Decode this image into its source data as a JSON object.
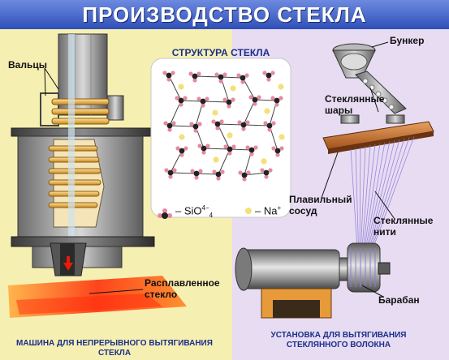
{
  "title": "ПРОИЗВОДСТВО СТЕКЛА",
  "left": {
    "rollers_label": "Вальцы",
    "molten_label_1": "Расплавленное",
    "molten_label_2": "стекло",
    "caption": "МАШИНА ДЛЯ НЕПРЕРЫВНОГО ВЫТЯГИВАНИЯ СТЕКЛА"
  },
  "structure": {
    "title": "СТРУКТУРА СТЕКЛА",
    "legend_sio": "– SiO",
    "legend_sio_sup": "4−",
    "legend_sio_sub": "4",
    "legend_na": "– Na",
    "legend_na_sup": "+"
  },
  "right": {
    "hopper_label": "Бункер",
    "balls_label_1": "Стеклянные",
    "balls_label_2": "шары",
    "vessel_label_1": "Плавильный",
    "vessel_label_2": "сосуд",
    "threads_label_1": "Стеклянные",
    "threads_label_2": "нити",
    "drum_label": "Барабан",
    "caption_1": "УСТАНОВКА ДЛЯ ВЫТЯГИВАНИЯ",
    "caption_2": "СТЕКЛЯННОГО ВОЛОКНА"
  },
  "colors": {
    "header": "#3b5bc4",
    "left_bg": "#f6efb2",
    "right_bg": "#e7dcf2",
    "struct_bg": "#ffffff",
    "molten": "#ff4d1a",
    "caption": "#1b2f8a"
  }
}
